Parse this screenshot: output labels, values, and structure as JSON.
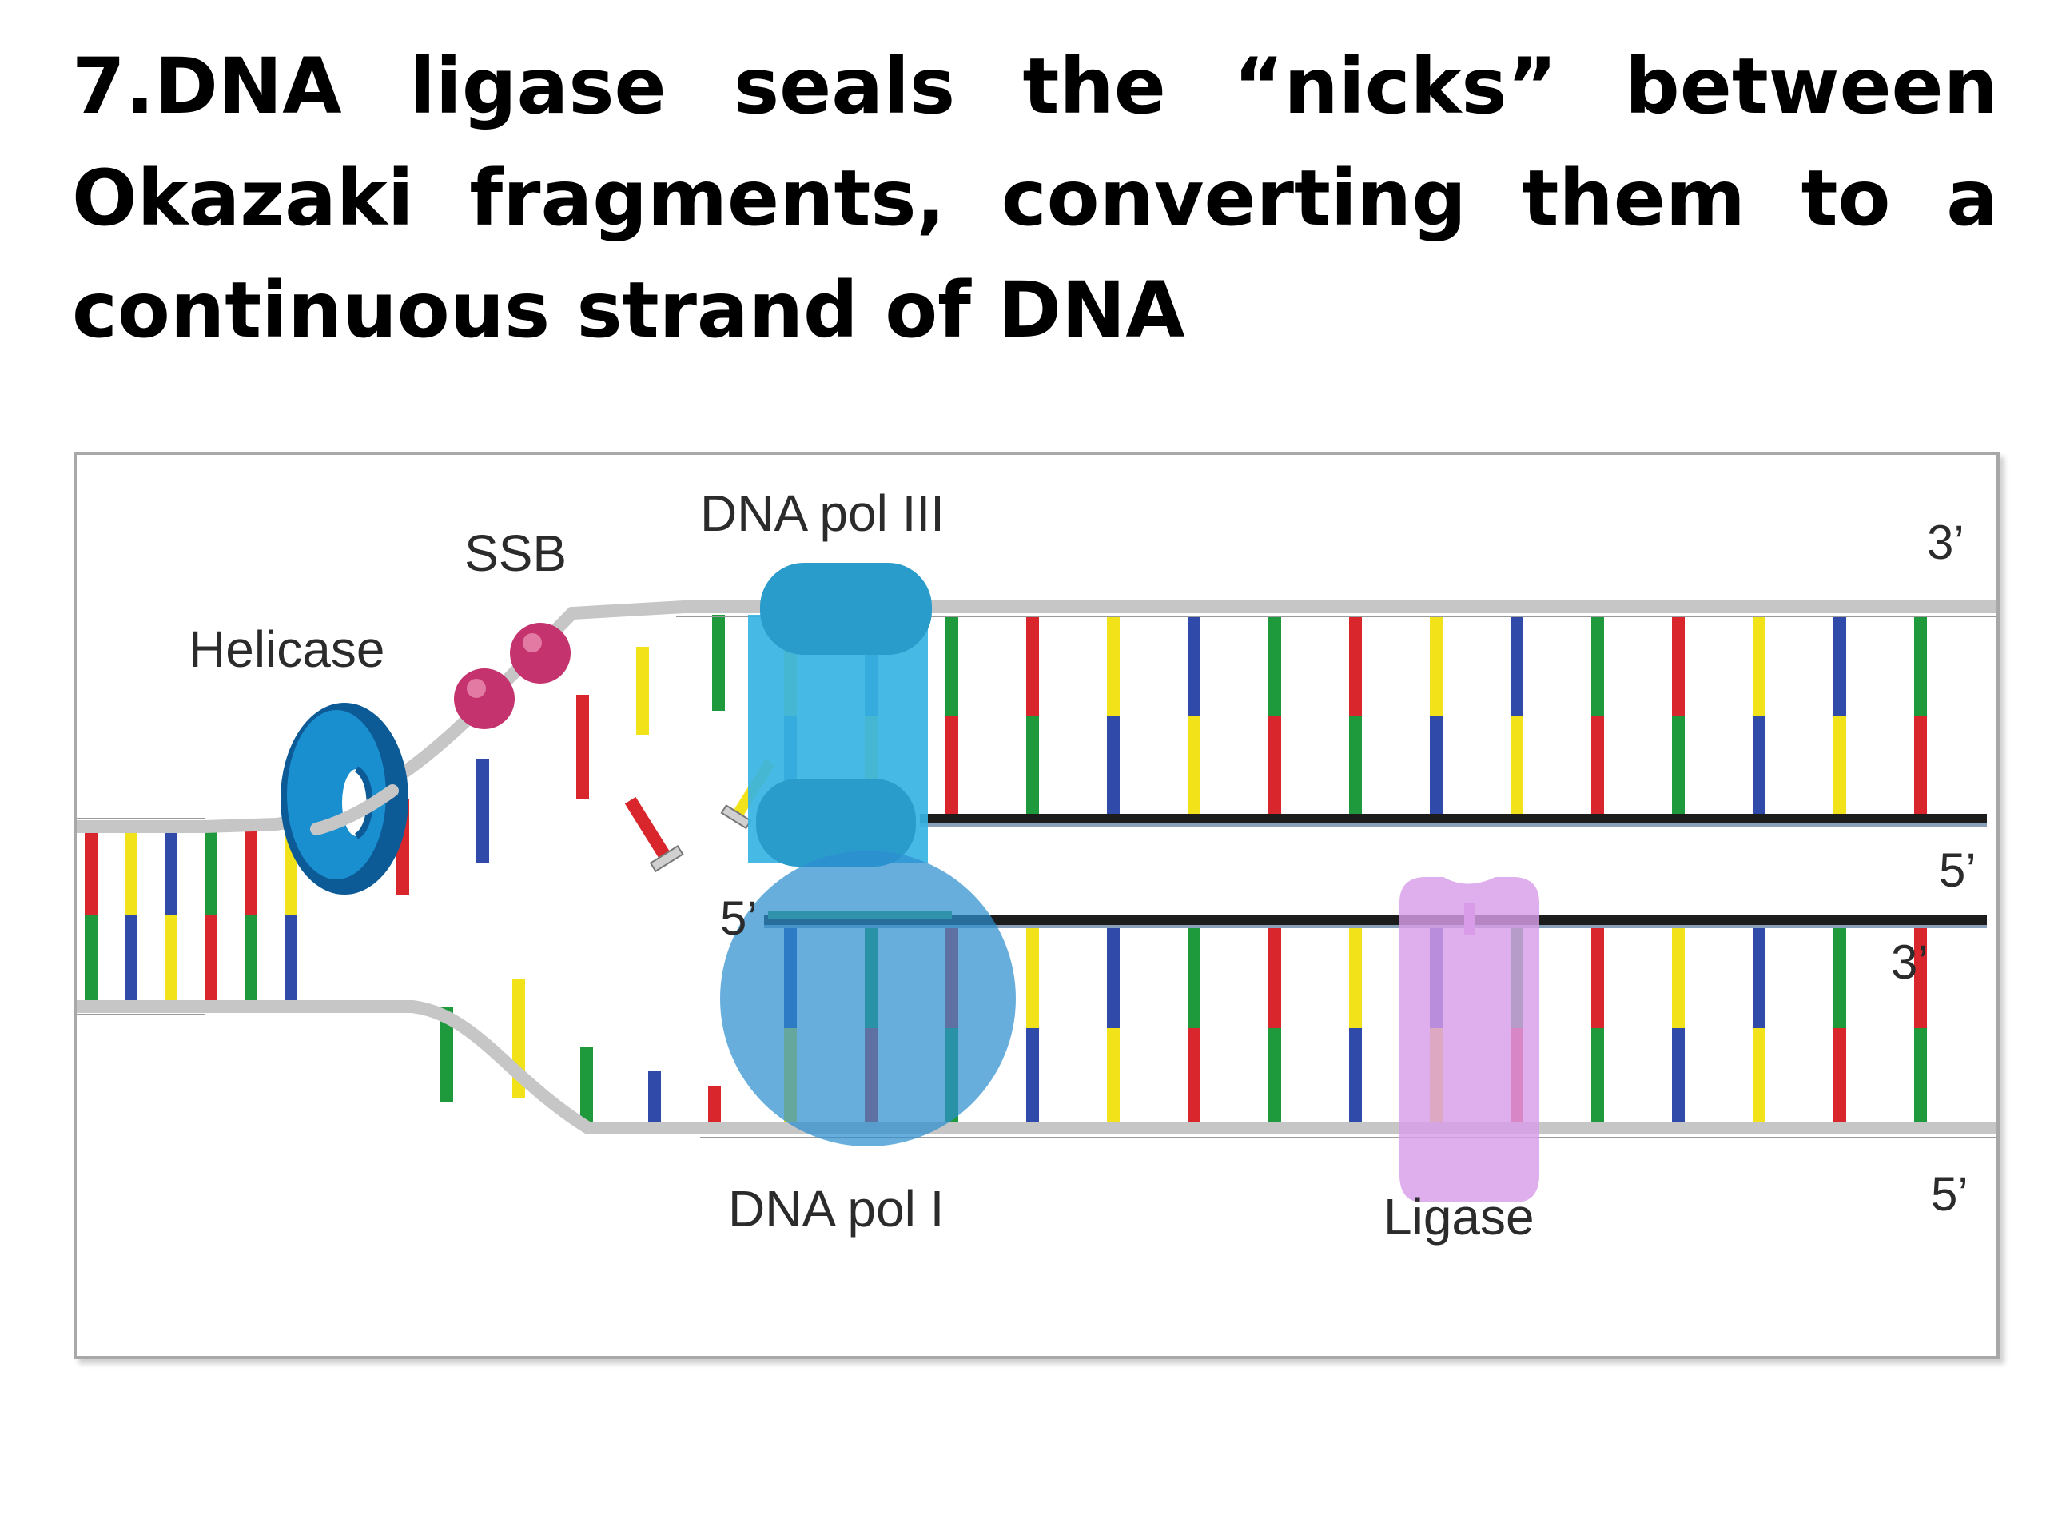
{
  "slide": {
    "title": "7.DNA ligase seals the “nicks” between Okazaki fragments, converting them to a continuous strand of DNA"
  },
  "diagram": {
    "labels": {
      "helicase": "Helicase",
      "ssb": "SSB",
      "dna_pol_iii": "DNA pol III",
      "dna_pol_i": "DNA pol I",
      "ligase": "Ligase",
      "end_top_3": "3’",
      "end_leading_5": "5’",
      "end_lagging_3": "3’",
      "end_bottom_5": "5’",
      "primer_5": "5’"
    },
    "colors": {
      "backbone": "#c6c6c6",
      "new_strand": "#1c1c1c",
      "red": "#d9262c",
      "yellow": "#f2e21a",
      "green": "#1e9a3c",
      "blue": "#2f4aa8",
      "helicase": "#1a8fd0",
      "ssb": "#c4336e",
      "dna_pol_iii": "#37b3e3",
      "dna_pol_i": "#2e8fd0",
      "ligase": "#d89ce8"
    }
  }
}
